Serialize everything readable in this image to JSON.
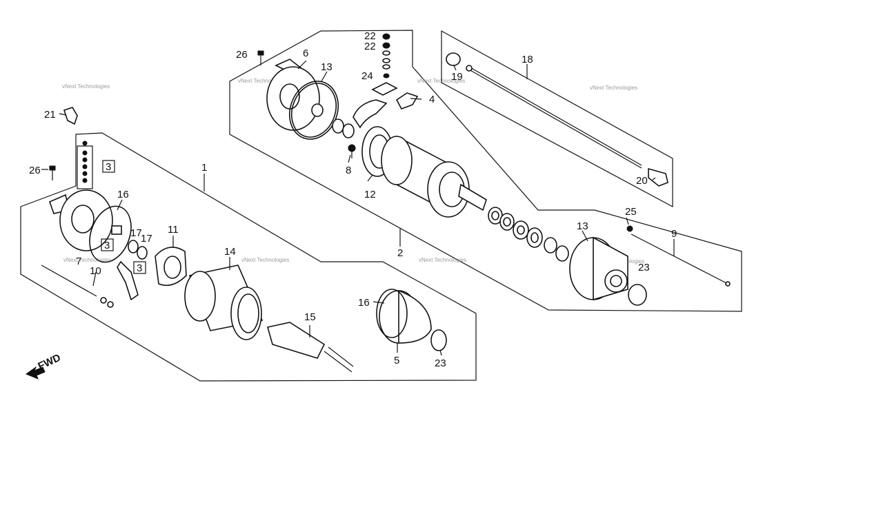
{
  "callouts": {
    "c1": "1",
    "c2": "2",
    "c3a": "3",
    "c3b": "3",
    "c3c": "3",
    "c4": "4",
    "c5": "5",
    "c6": "6",
    "c7": "7",
    "c8": "8",
    "c9": "9",
    "c10": "10",
    "c11": "11",
    "c12": "12",
    "c13a": "13",
    "c13b": "13",
    "c14": "14",
    "c15": "15",
    "c16a": "16",
    "c16b": "16",
    "c17a": "17",
    "c17b": "17",
    "c18": "18",
    "c19": "19",
    "c20": "20",
    "c21": "21",
    "c22a": "22",
    "c22b": "22",
    "c23a": "23",
    "c23b": "23",
    "c24": "24",
    "c25": "25",
    "c26a": "26",
    "c26b": "26"
  },
  "fwd_label": "FWD",
  "watermark": "vNext Technologies",
  "colors": {
    "ink": "#111111",
    "background": "#ffffff",
    "watermark": "#9a9a9a"
  }
}
